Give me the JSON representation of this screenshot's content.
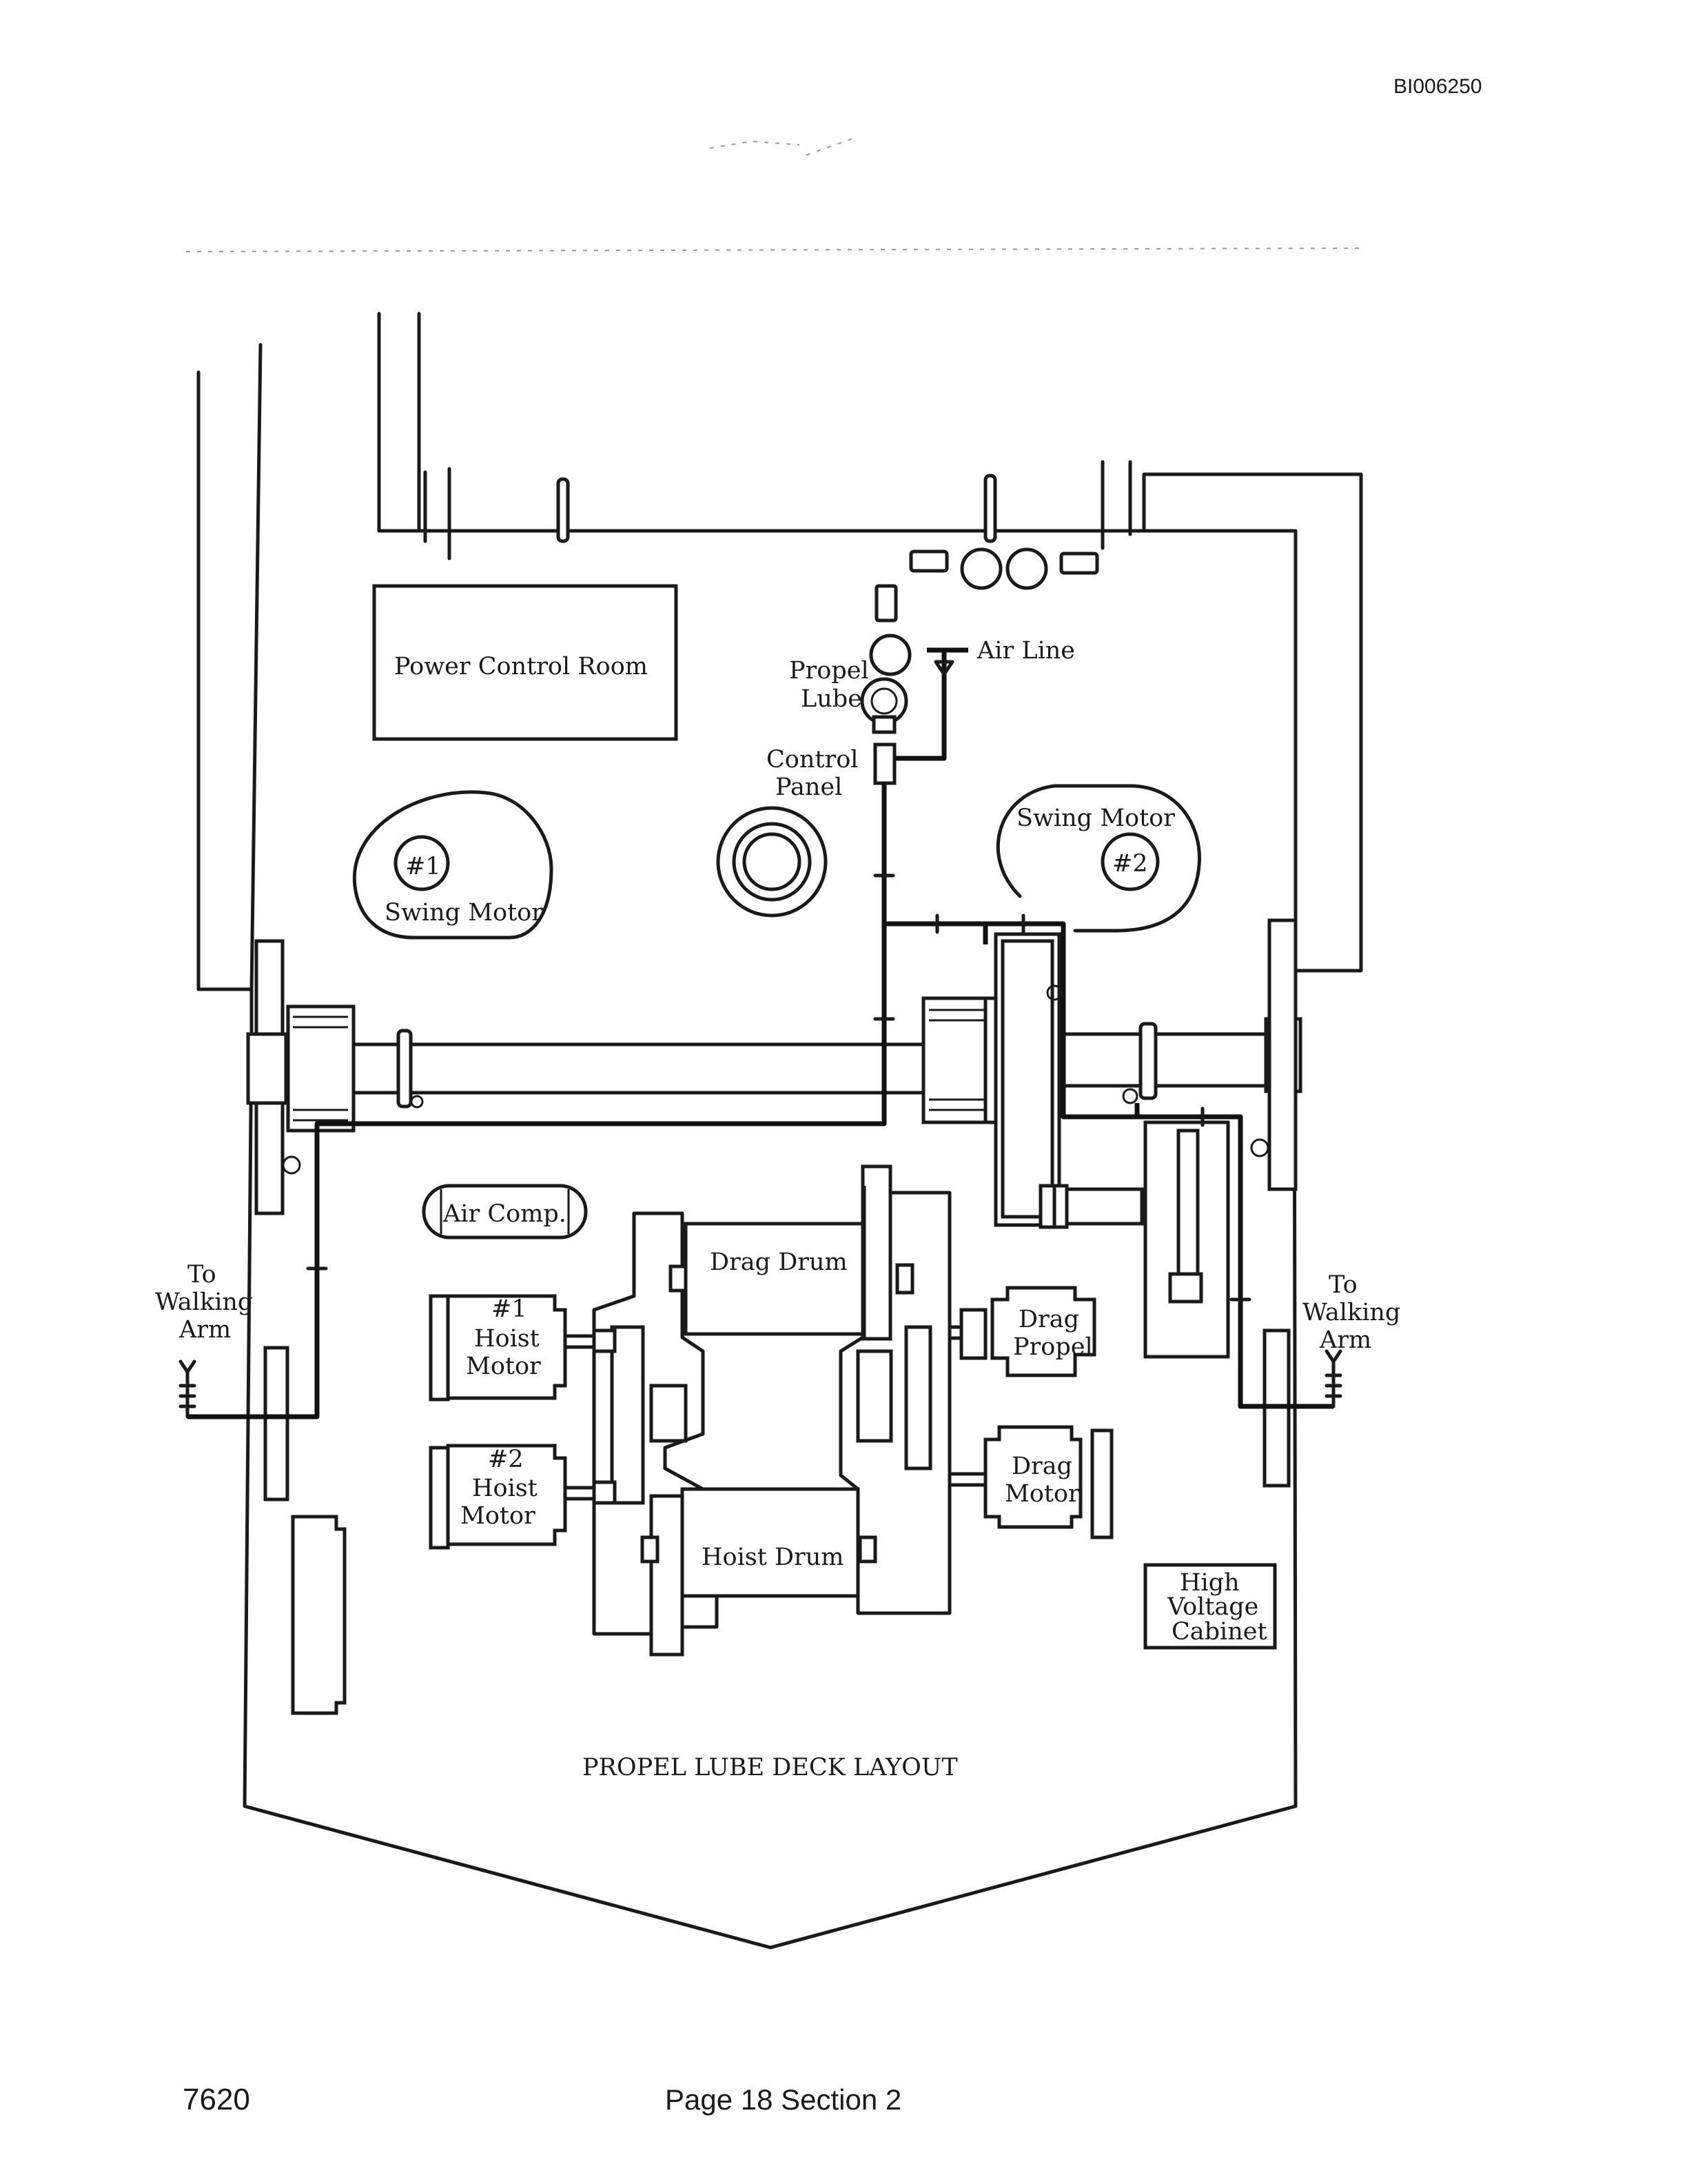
{
  "document": {
    "doc_id": "BI006250",
    "footer_left": "7620",
    "footer_center": "Page 18 Section 2"
  },
  "diagram": {
    "caption": "PROPEL LUBE DECK LAYOUT",
    "labels": {
      "power_control_room": "Power Control Room",
      "air_line": "Air Line",
      "propel_lube_1": "Propel",
      "propel_lube_2": "Lube",
      "control_panel_1": "Control",
      "control_panel_2": "Panel",
      "swing_motor_1_num": "#1",
      "swing_motor_1_text": "Swing Motor",
      "swing_motor_2_num": "#2",
      "swing_motor_2_text": "Swing Motor",
      "air_comp": "Air Comp.",
      "drag_drum": "Drag Drum",
      "hoist_drum": "Hoist Drum",
      "hoist_motor_1_num": "#1",
      "hoist_motor_1_a": "Hoist",
      "hoist_motor_1_b": "Motor",
      "hoist_motor_2_num": "#2",
      "hoist_motor_2_a": "Hoist",
      "hoist_motor_2_b": "Motor",
      "drag_propel_a": "Drag",
      "drag_propel_b": "Propel",
      "drag_motor_a": "Drag",
      "drag_motor_b": "Motor",
      "hv_cabinet_a": "High",
      "hv_cabinet_b": "Voltage",
      "hv_cabinet_c": "Cabinet",
      "walking_arm_left_a": "To",
      "walking_arm_left_b": "Walking",
      "walking_arm_left_c": "Arm",
      "walking_arm_right_a": "To",
      "walking_arm_right_b": "Walking",
      "walking_arm_right_c": "Arm"
    }
  }
}
